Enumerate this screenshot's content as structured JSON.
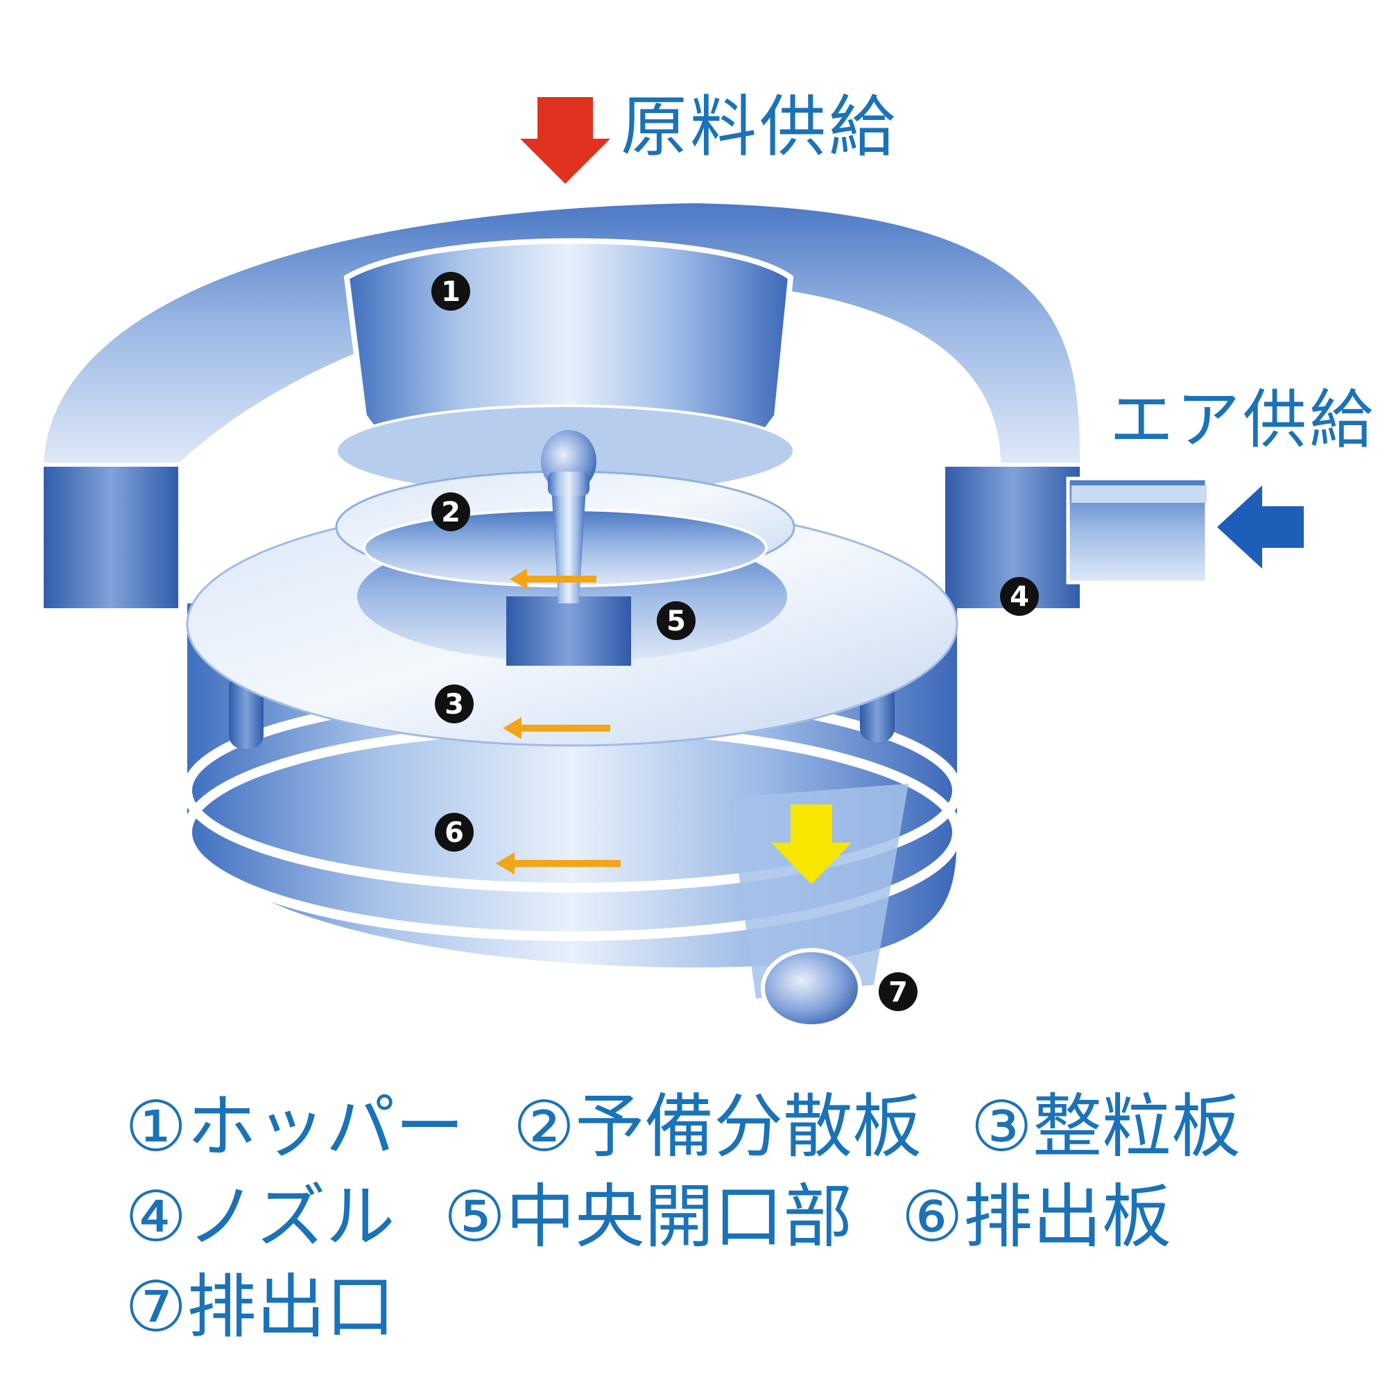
{
  "labels": {
    "feed": "原料供給",
    "air": "エア供給"
  },
  "markers": [
    "1",
    "2",
    "3",
    "4",
    "5",
    "6",
    "7"
  ],
  "legend": {
    "line1": [
      "①ホッパー",
      "②予備分散板",
      "③整粒板"
    ],
    "line2": [
      "④ノズル",
      "⑤中央開口部",
      "⑥排出板"
    ],
    "line3": [
      "⑦排出口"
    ]
  },
  "colors": {
    "text_blue": "#1a72b8",
    "feed_arrow": "#e0321e",
    "air_arrow": "#1d5fb8",
    "flow_arrow": "#f2a516",
    "outlet_arrow": "#f7e600",
    "marker_fill": "#111111"
  }
}
